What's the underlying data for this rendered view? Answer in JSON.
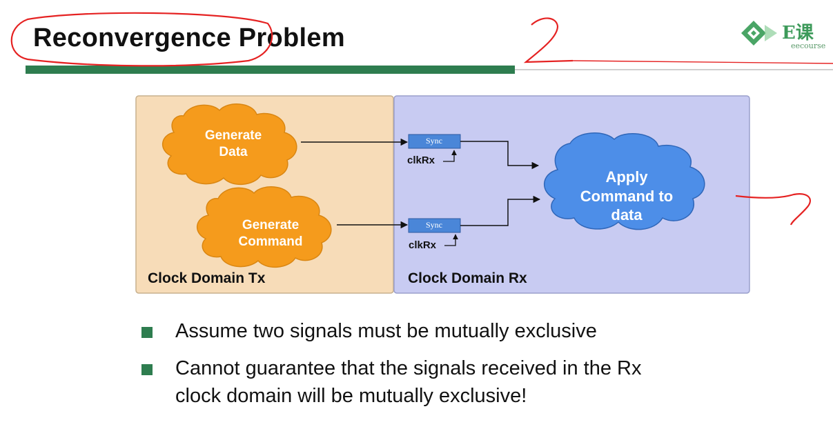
{
  "slide": {
    "title": "Reconvergence Problem"
  },
  "logo": {
    "mark": "E课",
    "subtext": "eecourse"
  },
  "diagram": {
    "tx_domain_label": "Clock Domain Tx",
    "rx_domain_label": "Clock Domain Rx",
    "generate_data_lines": [
      "Generate",
      "Data"
    ],
    "generate_command_lines": [
      "Generate",
      "Command"
    ],
    "apply_lines": [
      "Apply",
      "Command to",
      "data"
    ],
    "sync_label": "Sync",
    "clk_label": "clkRx",
    "colors": {
      "tx_panel": "#f7dcb8",
      "rx_panel": "#c8cbf2",
      "orange_cloud": "#f59b1c",
      "blue_cloud": "#4d8ee8",
      "sync_box": "#4a86d8"
    }
  },
  "bullets": [
    {
      "text": "Assume two signals must be mutually exclusive"
    },
    {
      "line1": "Cannot guarantee that the signals received in the Rx",
      "line2": "clock domain will be mutually exclusive!"
    }
  ],
  "colors": {
    "accent_green": "#2e7d4f",
    "annotation_red": "#e52222"
  }
}
